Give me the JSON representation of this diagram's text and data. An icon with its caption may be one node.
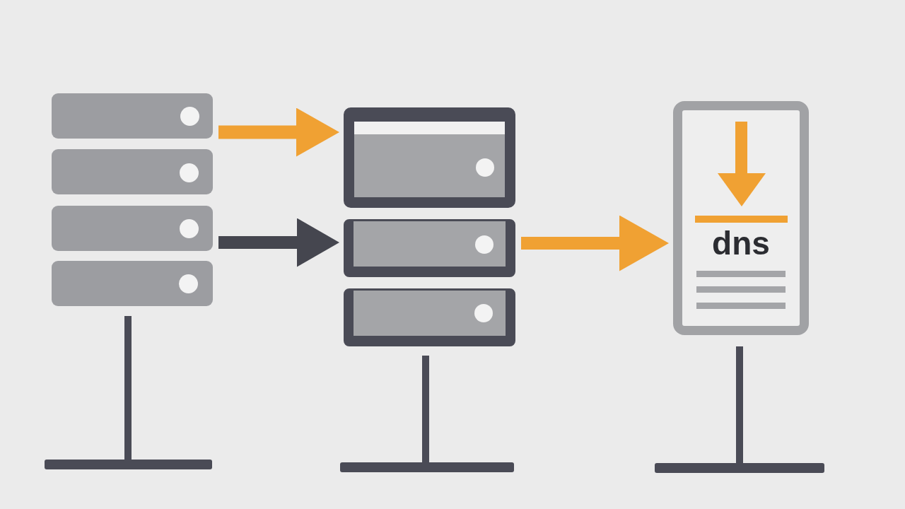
{
  "diagram": {
    "nodes": [
      {
        "text": [],
        "shape": "box"
      },
      {
        "text": [],
        "shape": "box"
      },
      {
        "text": [],
        "shape": "box"
      },
      {
        "text": [],
        "shape": "box"
      },
      {
        "text": [],
        "shape": "box"
      },
      {
        "text": [],
        "shape": "box"
      },
      {
        "text": [],
        "shape": "box"
      },
      {
        "text": [
          "dns"
        ]
      }
    ],
    "edges": [
      {
        "from": 0,
        "to": 4,
        "arrow": "to"
      },
      {
        "from": 2,
        "to": 5,
        "arrow": "to",
        "color": "#45464f"
      },
      {
        "from": 5,
        "to": 7,
        "arrow": "to"
      }
    ]
  }
}
